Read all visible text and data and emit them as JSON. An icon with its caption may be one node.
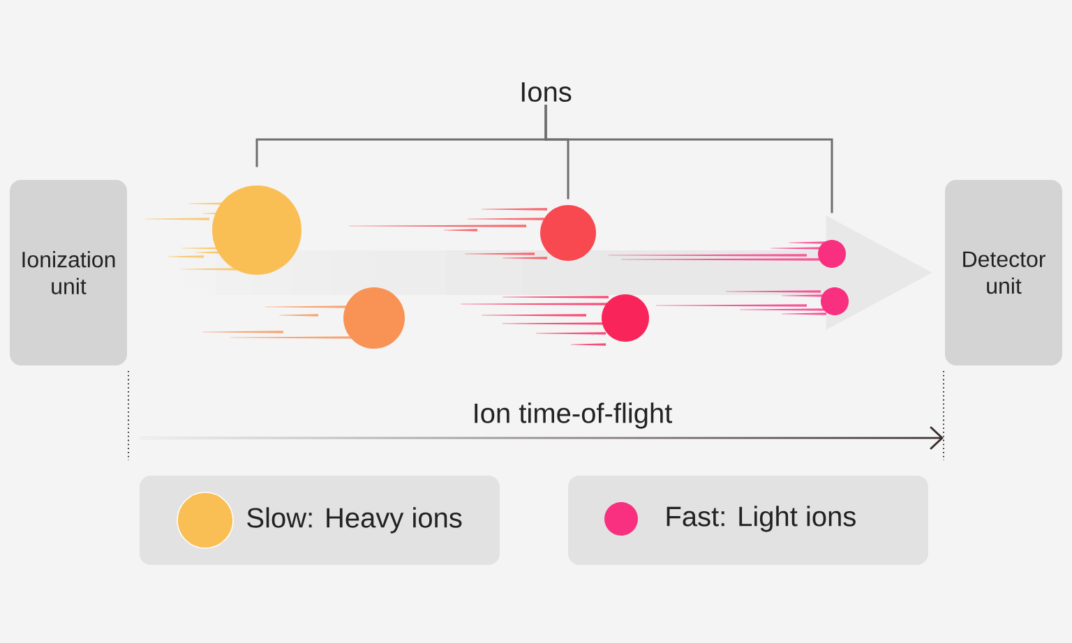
{
  "diagram": {
    "nodes": [
      {
        "text": [
          "Ions"
        ]
      },
      {
        "text": [
          "Ionization unit"
        ]
      },
      {
        "text": [],
        "shape": "circle"
      },
      {
        "text": [],
        "shape": "circle"
      },
      {
        "text": [],
        "shape": "circle"
      },
      {
        "text": [],
        "shape": "circle"
      },
      {
        "text": [],
        "shape": "circle"
      },
      {
        "text": [],
        "shape": "circle"
      },
      {
        "text": [
          "Detector unit"
        ]
      }
    ],
    "edges": [
      {
        "from": 1,
        "to": 8,
        "arrow": "to",
        "style": "thick",
        "color": "#e8e8e8"
      },
      {
        "from": 0,
        "to": 2,
        "arrow": "none"
      },
      {
        "from": 0,
        "to": 4,
        "arrow": "none"
      },
      {
        "from": 0,
        "to": 6,
        "arrow": "none"
      }
    ],
    "labels": [
      "Ion time-of-flight"
    ],
    "legend": [
      {
        "text": "Slow: Heavy ions",
        "color": "#f9bf55"
      },
      {
        "text": "Fast: Light ions",
        "color": "#f8307f"
      }
    ]
  }
}
